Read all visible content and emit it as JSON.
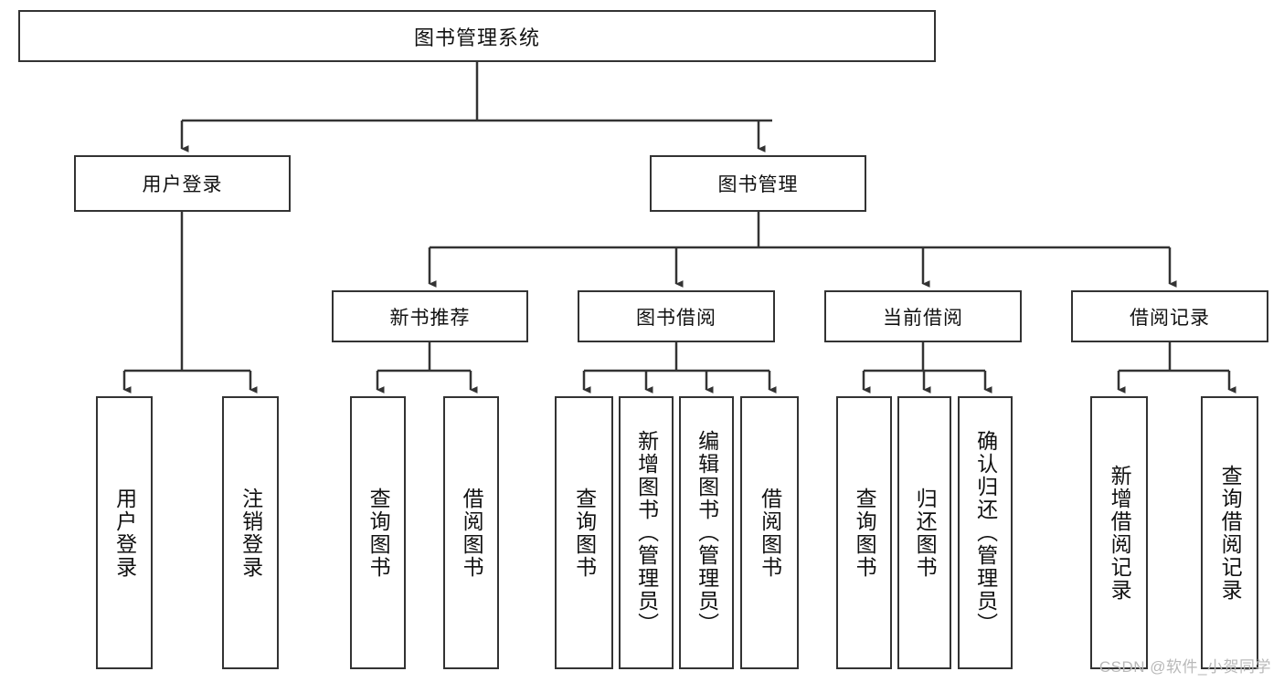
{
  "diagram": {
    "title": "图书管理系统",
    "root": {
      "label": "图书管理系统"
    },
    "level2": [
      {
        "label": "用户登录"
      },
      {
        "label": "图书管理"
      }
    ],
    "level3": [
      {
        "label": "新书推荐"
      },
      {
        "label": "图书借阅"
      },
      {
        "label": "当前借阅"
      },
      {
        "label": "借阅记录"
      }
    ],
    "leaves": {
      "user_login": [
        {
          "label": "用户登录"
        },
        {
          "label": "注销登录"
        }
      ],
      "new_book_recommend": [
        {
          "label": "查询图书"
        },
        {
          "label": "借阅图书"
        }
      ],
      "book_borrow": [
        {
          "label": "查询图书"
        },
        {
          "label": "新增图书（管理员）"
        },
        {
          "label": "编辑图书（管理员）"
        },
        {
          "label": "借阅图书"
        }
      ],
      "current_borrow": [
        {
          "label": "查询图书"
        },
        {
          "label": "归还图书"
        },
        {
          "label": "确认归还（管理员）"
        }
      ],
      "borrow_record": [
        {
          "label": "新增借阅记录"
        },
        {
          "label": "查询借阅记录"
        }
      ]
    }
  },
  "watermark": {
    "text": "CSDN @软件_小贺同学"
  },
  "colors": {
    "border": "#333333",
    "background": "#ffffff",
    "text": "#111111",
    "watermark": "#b9b9b9"
  }
}
